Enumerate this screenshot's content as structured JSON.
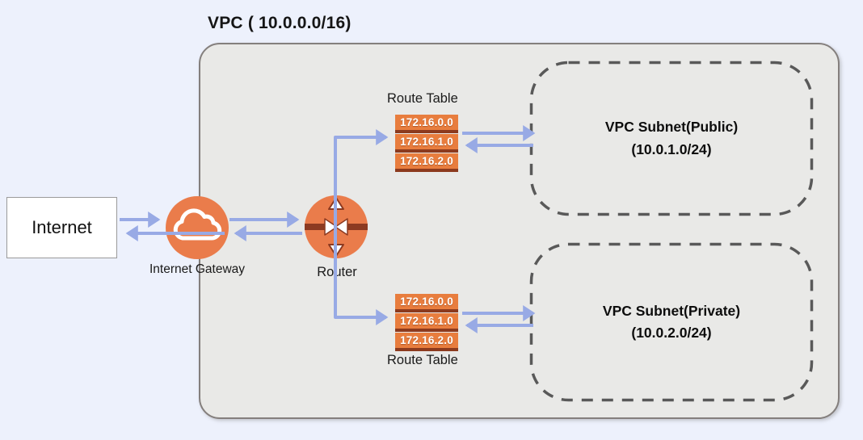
{
  "vpc": {
    "title": "VPC ( 10.0.0.0/16)",
    "fill": "#E9E9E7",
    "border_color": "#847F7D"
  },
  "internet": {
    "label": "Internet"
  },
  "internet_gateway": {
    "label": "Internet Gateway",
    "icon": "cloud-icon"
  },
  "router": {
    "label": "Router",
    "icon": "router-arrows-icon"
  },
  "route_tables": {
    "top": {
      "label": "Route Table",
      "entries": [
        "172.16.0.0",
        "172.16.1.0",
        "172.16.2.0"
      ]
    },
    "bottom": {
      "label": "Route Table",
      "entries": [
        "172.16.0.0",
        "172.16.1.0",
        "172.16.2.0"
      ]
    }
  },
  "subnets": {
    "public": {
      "name": "VPC Subnet(Public)",
      "cidr": "(10.0.1.0/24)"
    },
    "private": {
      "name": "VPC Subnet(Private)",
      "cidr": "(10.0.2.0/24)"
    }
  },
  "colors": {
    "background": "#EDF1FC",
    "arrow": "#98AAE5",
    "icon_orange": "#EA7C4B",
    "icon_dark_red": "#8C3A21",
    "route_box_fill": "#E87D3E",
    "route_box_stripe": "#8C3A1E",
    "subnet_dash": "#595959"
  }
}
